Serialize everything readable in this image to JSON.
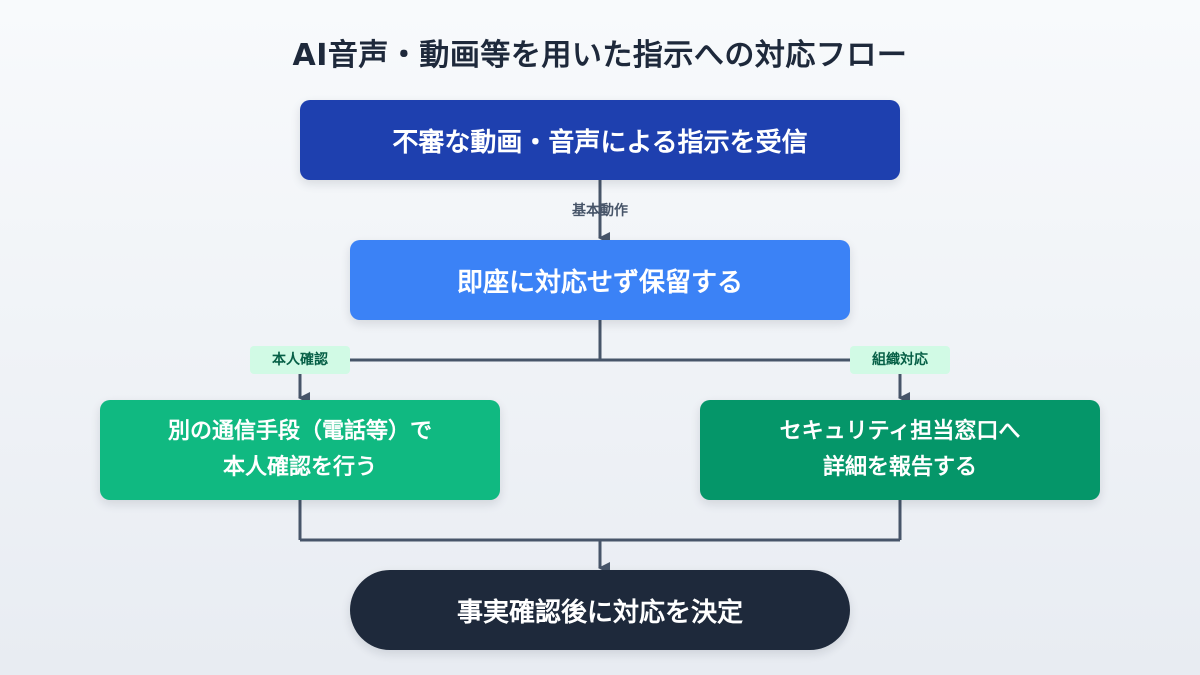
{
  "title": "AI音声・動画等を用いた指示への対応フロー",
  "nodes": {
    "receive": "不審な動画・音声による指示を受信",
    "hold": "即座に対応せず保留する",
    "verify": "別の通信手段（電話等）で\n本人確認を行う",
    "report": "セキュリティ担当窓口へ\n詳細を報告する",
    "decide": "事実確認後に対応を決定"
  },
  "edge_labels": {
    "basic": "基本動作",
    "identity": "本人確認",
    "org": "組織対応"
  },
  "colors": {
    "receive": "#1e40af",
    "hold": "#3b82f6",
    "verify": "#10b981",
    "report": "#059669",
    "decide": "#1e293b",
    "connector": "#475569",
    "label_bg": "#d1fae5",
    "label_text": "#065f46"
  }
}
